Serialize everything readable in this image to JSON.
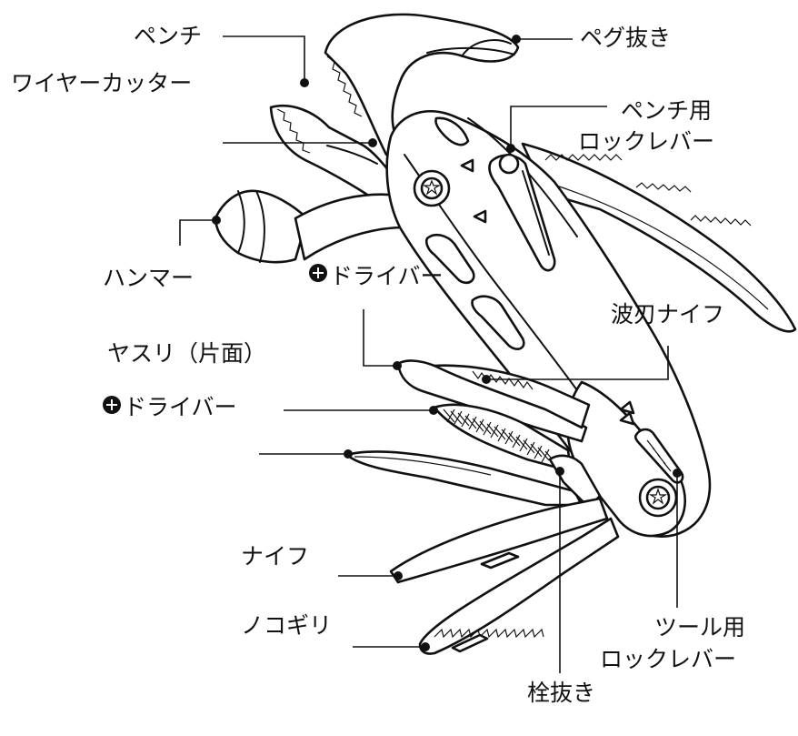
{
  "diagram": {
    "labels": {
      "pliers": "ペンチ",
      "wire_cutter": "ワイヤーカッター",
      "hammer": "ハンマー",
      "phillips_driver_top": "ドライバー",
      "file": "ヤスリ（片面）",
      "flat_driver": "ドライバー",
      "knife": "ナイフ",
      "saw": "ノコギリ",
      "peg_puller": "ペグ抜き",
      "plier_lock_1": "ペンチ用",
      "plier_lock_2": "ロックレバー",
      "serrated_knife": "波刃ナイフ",
      "tool_lock_1": "ツール用",
      "tool_lock_2": "ロックレバー",
      "cork_puller": "栓抜き"
    },
    "colors": {
      "ink": "#111111",
      "background": "#ffffff"
    },
    "icons": {
      "phillips": "phillips-head-symbol",
      "flat": "flat-head-symbol"
    }
  }
}
